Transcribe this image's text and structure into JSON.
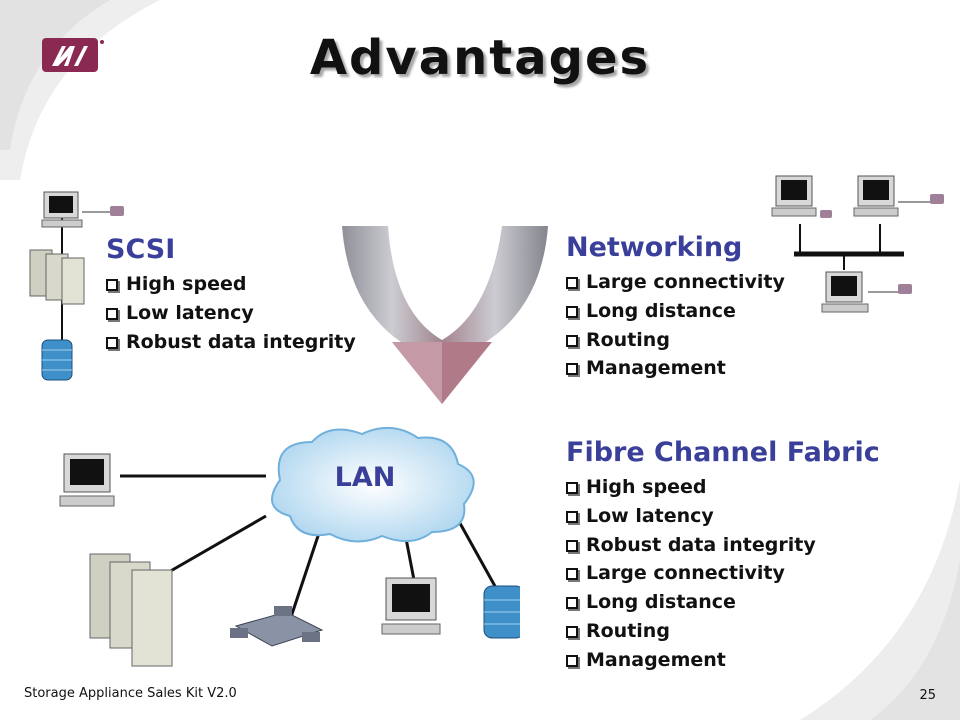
{
  "slide": {
    "title": "Advantages",
    "footer_left": "Storage Appliance Sales Kit V2.0",
    "page_number": "25"
  },
  "sections": {
    "scsi": {
      "heading": "SCSI",
      "items": [
        "High speed",
        "Low latency",
        "Robust data integrity"
      ]
    },
    "networking": {
      "heading": "Networking",
      "items": [
        "Large connectivity",
        "Long distance",
        "Routing",
        "Management"
      ]
    },
    "fibre_channel": {
      "heading": "Fibre Channel Fabric",
      "items": [
        "High speed",
        "Low latency",
        "Robust data integrity",
        "Large connectivity",
        "Long distance",
        "Routing",
        "Management"
      ]
    }
  },
  "diagram": {
    "cloud_label": "LAN"
  },
  "colors": {
    "heading": "#3a3f9a",
    "logo": "#8a2a52",
    "arrow": "#b07a88"
  },
  "icons": [
    "logo-icon",
    "computer-icon",
    "server-rack-icon",
    "disk-array-icon",
    "hub-icon",
    "cloud-icon",
    "merge-arrow-icon"
  ]
}
